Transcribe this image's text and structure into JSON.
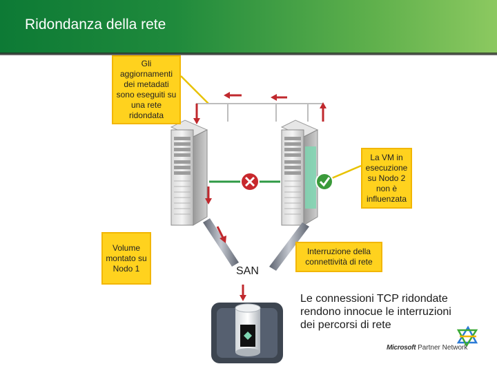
{
  "slide": {
    "title": "Ridondanza della rete"
  },
  "callouts": {
    "metadata_updates": "Gli aggiornamenti dei metadati sono eseguiti su una rete ridondata",
    "vm_running": "La VM in esecuzione su Nodo 2 non è influenzata",
    "volume_mounted": "Volume montato su Nodo 1",
    "connectivity_loss": "Interruzione della connettività di rete"
  },
  "labels": {
    "san": "SAN",
    "tcp_note": "Le connessioni TCP ridondate rendono innocue le interruzioni dei percorsi di rete"
  },
  "brand": {
    "company": "Microsoft",
    "program": "Partner Network"
  },
  "colors": {
    "header_green": "#1f8a3c",
    "callout_yellow": "#ffd21e",
    "arrow_red": "#c0282d",
    "link_green": "#2e9a45",
    "error_red": "#c8282d",
    "ok_green": "#3a9a3a"
  },
  "icons": {
    "fail": "x-mark-icon",
    "ok": "checkmark-icon",
    "storage": "storage-cylinder-icon"
  }
}
